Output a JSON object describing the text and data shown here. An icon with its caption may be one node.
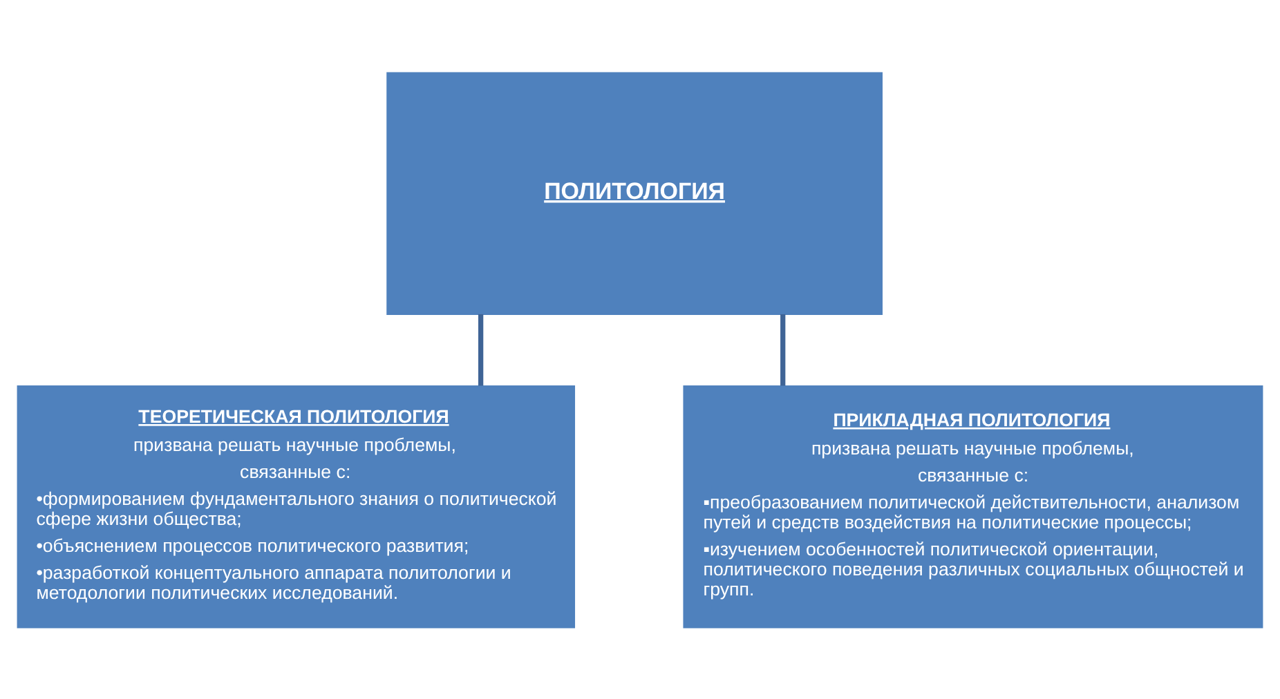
{
  "diagram": {
    "nodes": [
      {
        "text": [
          "ПОЛИТОЛОГИЯ"
        ]
      },
      {
        "text": [
          "ТЕОРЕТИЧЕСКАЯ ПОЛИТОЛОГИЯ",
          "призвана решать научные проблемы,",
          "связанные с:",
          "•формированием фундаментального знания о политической сфере жизни общества;",
          "•объяснением процессов политического развития;",
          "•разработкой концептуального аппарата политологии и методологии политических исследований."
        ]
      },
      {
        "text": [
          "ПРИКЛАДНАЯ ПОЛИТОЛОГИЯ",
          "призвана решать научные проблемы,",
          "связанные с:",
          "▪преобразованием политической действительности, анализом путей и средств воздействия на политические процессы;",
          "▪изучением особенностей политической ориентации, политического поведения различных социальных общностей и групп."
        ]
      }
    ],
    "edges": [
      {
        "from": 0,
        "to": 1,
        "arrow": "none"
      },
      {
        "from": 0,
        "to": 2,
        "arrow": "none"
      }
    ]
  }
}
